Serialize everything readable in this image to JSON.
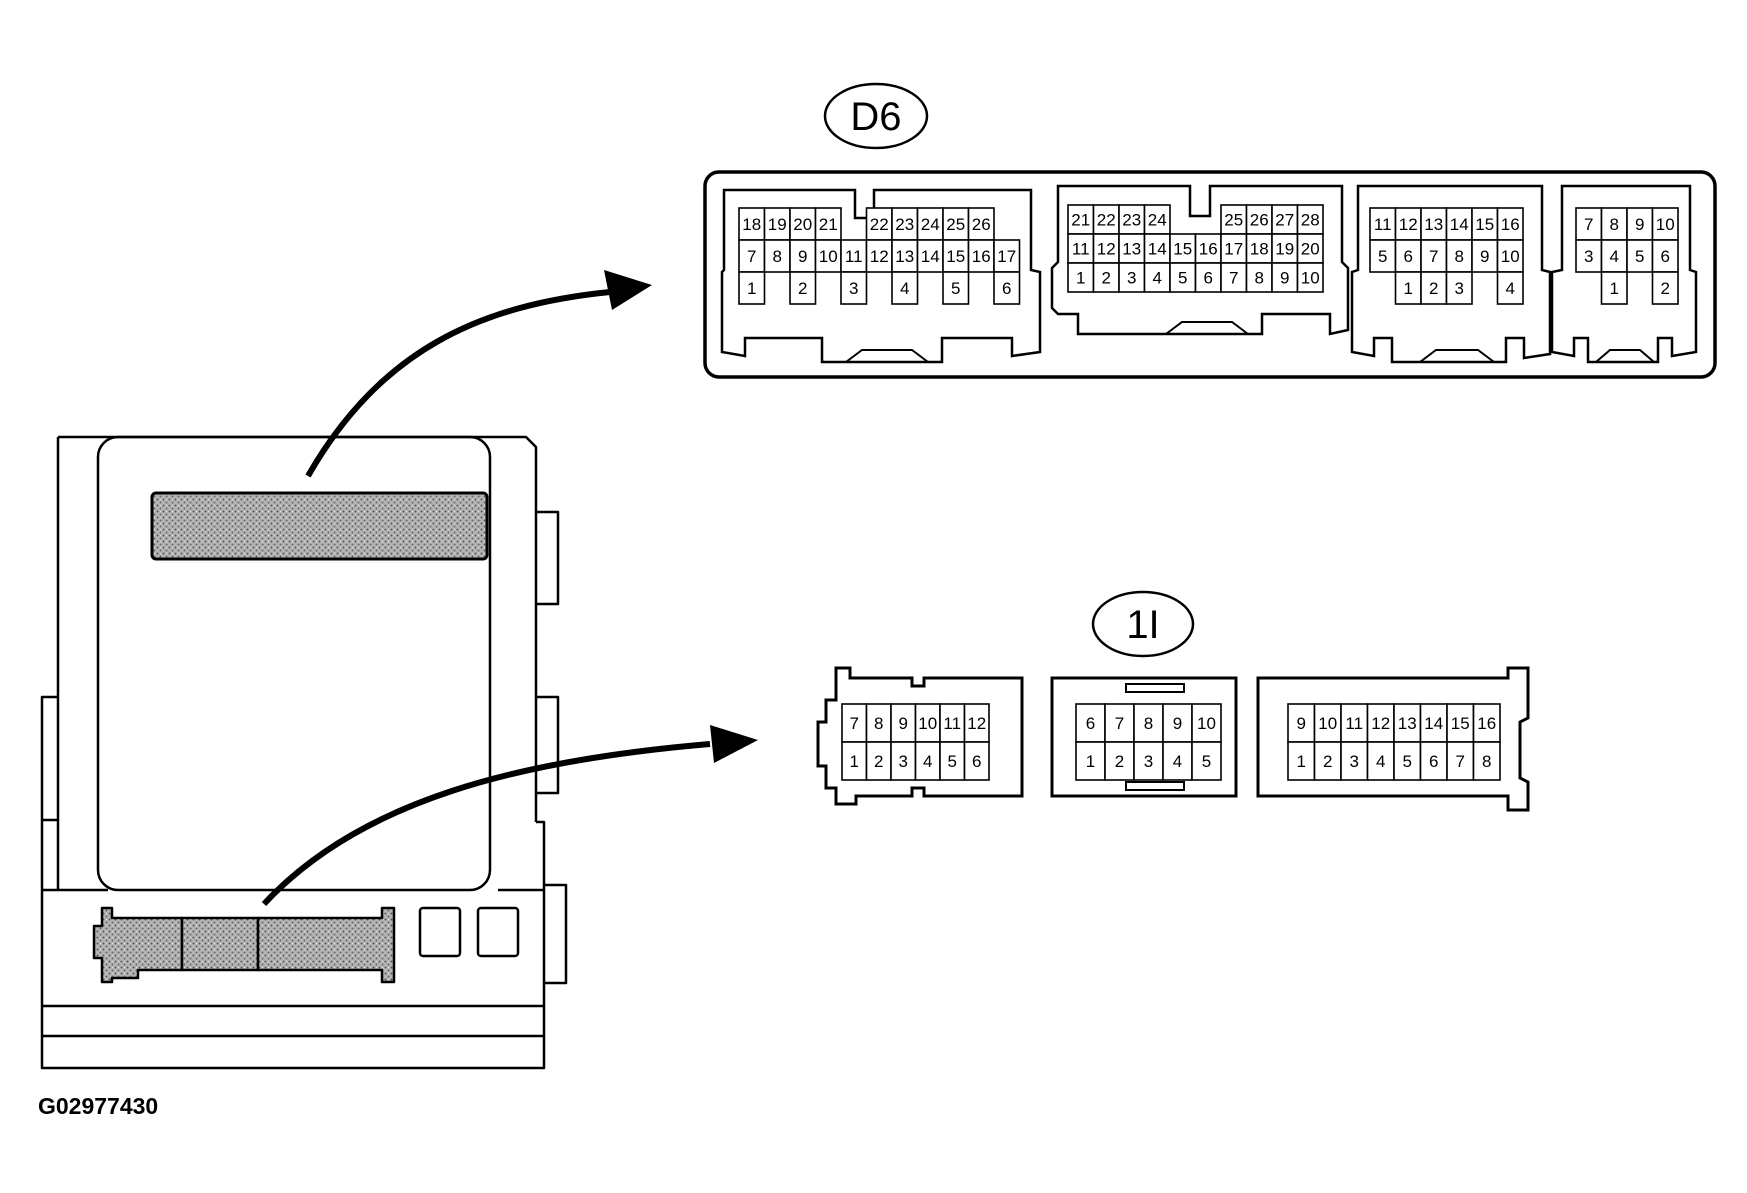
{
  "connectors": [
    {
      "id": "D6",
      "label": "D6",
      "blocks": [
        {
          "name": "d6-block-1",
          "rows": [
            [
              "18",
              "19",
              "20",
              "21",
              "",
              "22",
              "23",
              "24",
              "25",
              "26"
            ],
            [
              "7",
              "8",
              "9",
              "10",
              "11",
              "12",
              "13",
              "14",
              "15",
              "16",
              "17"
            ],
            [
              "1",
              "",
              "2",
              "",
              "3",
              "",
              "4",
              "",
              "5",
              "",
              "6"
            ]
          ]
        },
        {
          "name": "d6-block-2",
          "rows": [
            [
              "21",
              "22",
              "23",
              "24",
              "",
              "",
              "25",
              "26",
              "27",
              "28"
            ],
            [
              "11",
              "12",
              "13",
              "14",
              "15",
              "16",
              "17",
              "18",
              "19",
              "20"
            ],
            [
              "1",
              "2",
              "3",
              "4",
              "5",
              "6",
              "7",
              "8",
              "9",
              "10"
            ]
          ]
        },
        {
          "name": "d6-block-3",
          "rows": [
            [
              "11",
              "12",
              "13",
              "14",
              "15",
              "16"
            ],
            [
              "5",
              "6",
              "7",
              "8",
              "9",
              "10"
            ],
            [
              "",
              "1",
              "2",
              "3",
              "",
              "4"
            ]
          ]
        },
        {
          "name": "d6-block-4",
          "rows": [
            [
              "7",
              "8",
              "9",
              "10"
            ],
            [
              "3",
              "4",
              "5",
              "6"
            ],
            [
              "",
              "1",
              "",
              "2"
            ]
          ]
        }
      ]
    },
    {
      "id": "1I",
      "label": "1I",
      "blocks": [
        {
          "name": "1i-block-1",
          "rows": [
            [
              "7",
              "8",
              "9",
              "10",
              "11",
              "12"
            ],
            [
              "1",
              "2",
              "3",
              "4",
              "5",
              "6"
            ]
          ]
        },
        {
          "name": "1i-block-2",
          "rows": [
            [
              "6",
              "7",
              "8",
              "9",
              "10"
            ],
            [
              "1",
              "2",
              "3",
              "4",
              "5"
            ]
          ]
        },
        {
          "name": "1i-block-3",
          "rows": [
            [
              "9",
              "10",
              "11",
              "12",
              "13",
              "14",
              "15",
              "16"
            ],
            [
              "1",
              "2",
              "3",
              "4",
              "5",
              "6",
              "7",
              "8"
            ]
          ]
        }
      ]
    }
  ],
  "figure_id": "G02977430"
}
